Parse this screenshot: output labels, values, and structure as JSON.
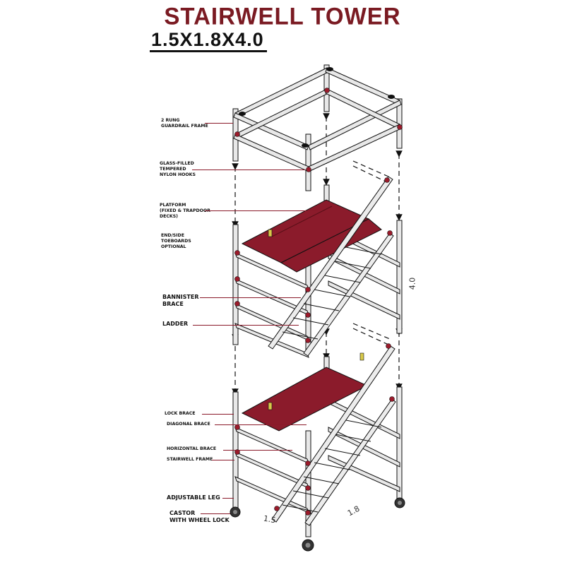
{
  "title": "STAIRWELL TOWER",
  "subtitle": "1.5X1.8X4.0",
  "labels": {
    "guardrail": [
      "2 RUNG",
      "GUARDRAIL FRAME"
    ],
    "hooks": [
      "GLASS-FILLED",
      "TEMPERED",
      "NYLON HOOKS"
    ],
    "platform": [
      "PLATFORM",
      "(FIXED & TRAPDOOR",
      "DECKS)"
    ],
    "toeboards": [
      "END/SIDE",
      "TOEBOARDS",
      "OPTIONAL"
    ],
    "bannister": [
      "BANNISTER",
      "BRACE"
    ],
    "ladder": "LADDER",
    "lock_brace": "LOCK BRACE",
    "diagonal_brace": "DIAGONAL BRACE",
    "horizontal_brace": "HORIZONTAL BRACE",
    "stairwell_frame": "STAIRWELL FRAME",
    "adjustable_leg": "ADJUSTABLE LEG",
    "castor": [
      "CASTOR",
      "WITH WHEEL LOCK"
    ]
  },
  "dimensions": {
    "height": "4.0",
    "width": "1.5",
    "length": "1.8"
  },
  "colors": {
    "title": "#7a1a22",
    "deck": "#8b1b2b",
    "leader": "#8a1a2a",
    "clamp": "#9b1b2b",
    "tube": "#e8e8e8"
  }
}
